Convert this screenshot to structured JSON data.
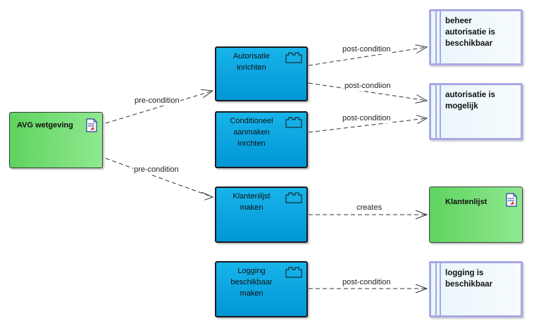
{
  "nodes": {
    "avg": {
      "label": "AVG wetgeving"
    },
    "klantenlijst_artifact": {
      "label": "Klantenlijst"
    },
    "proc_autorisatie": {
      "label": "Autorisatie\ninrichten"
    },
    "proc_conditioneel": {
      "label": "Conditioneel\naanmaken\ninrchten"
    },
    "proc_klantenlijst": {
      "label": "Klantenlijst\nmaken"
    },
    "proc_logging": {
      "label": "Logging\nbeschikbaar\nmaken"
    },
    "state_beheer": {
      "label": "beheer\nautorisatie is\nbeschikbaar"
    },
    "state_autorisatie": {
      "label": "autorisatie is\nmogelijk"
    },
    "state_logging": {
      "label": "logging is\nbeschikbaar"
    }
  },
  "edges": {
    "avg_autorisatie": {
      "label": "pre-condition"
    },
    "avg_klantenlijst": {
      "label": "pre-condition"
    },
    "autorisatie_beheer": {
      "label": "post-condition"
    },
    "autorisatie_mogelijk": {
      "label": "post-condiion"
    },
    "conditioneel_mogelijk": {
      "label": "post-condition"
    },
    "klantenlijst_creates": {
      "label": "creates"
    },
    "logging_post": {
      "label": "post-condition"
    }
  },
  "colors": {
    "process_fill": "#0aa6e3",
    "artifact_fill": "#7ddf7d",
    "state_border": "#a8a8e6",
    "edge_stroke": "#333333"
  },
  "icons": {
    "process": "component-icon",
    "artifact": "document-icon"
  }
}
